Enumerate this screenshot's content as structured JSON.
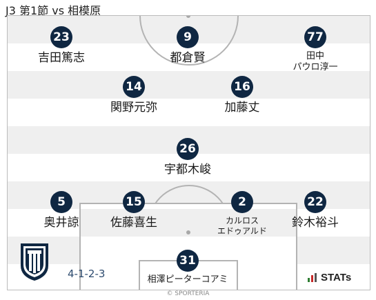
{
  "title": "J3 第1節 vs 相模原",
  "formation": "4-1-2-3",
  "brand": "STATs",
  "copyright": "© SPORTERIA",
  "colors": {
    "badge": "#0f2742",
    "formation_text": "#2c4a6e",
    "stats_bars": [
      "#2e7d32",
      "#c62828",
      "#555555"
    ]
  },
  "icons": {
    "crest": "team-crest-icon",
    "stats_logo": "stats-bars-icon"
  },
  "players": [
    {
      "number": "23",
      "name": "吉田篤志"
    },
    {
      "number": "9",
      "name": "都倉賢"
    },
    {
      "number": "77",
      "name": "田中\nパウロ淳一"
    },
    {
      "number": "14",
      "name": "関野元弥"
    },
    {
      "number": "16",
      "name": "加藤丈"
    },
    {
      "number": "26",
      "name": "宇都木峻"
    },
    {
      "number": "5",
      "name": "奥井諒"
    },
    {
      "number": "15",
      "name": "佐藤喜生"
    },
    {
      "number": "2",
      "name": "カルロス\nエドゥアルド"
    },
    {
      "number": "22",
      "name": "鈴木裕斗"
    },
    {
      "number": "31",
      "name": "相澤ピーターコアミ"
    }
  ]
}
